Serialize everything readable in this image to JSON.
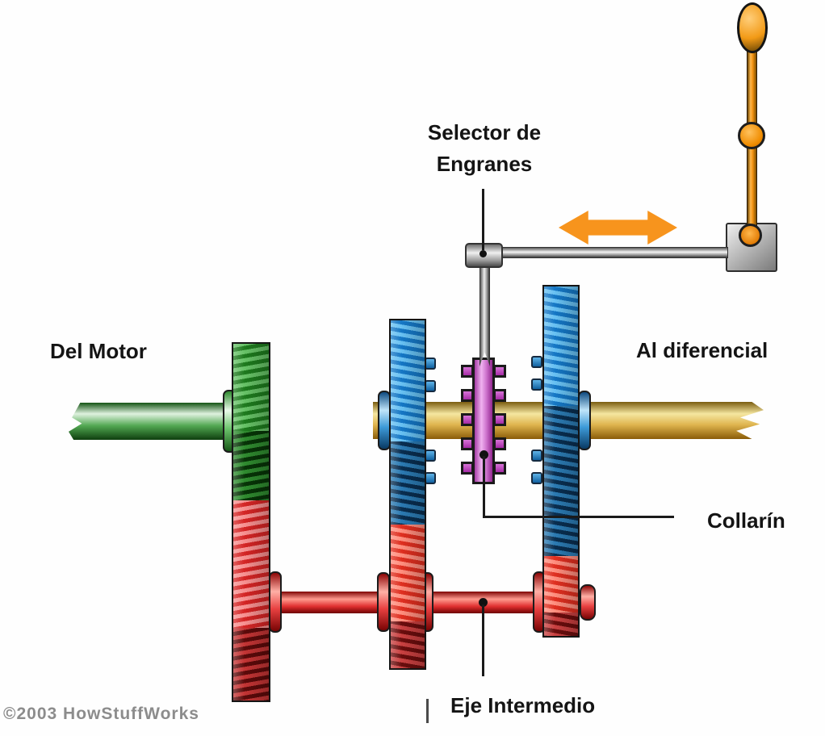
{
  "diagram": {
    "title_context": "manual transmission diagram",
    "labels": {
      "gear_selector": "Selector de Engranes",
      "from_engine": "Del Motor",
      "to_differential": "Al diferencial",
      "collar": "Collarín",
      "countershaft": "Eje Intermedio"
    },
    "copyright": "©2003 HowStuffWorks",
    "colors": {
      "input_shaft_green": "#2e8b2e",
      "output_shaft_gold": "#dfb44e",
      "countershaft_red": "#e03030",
      "gear_blue": "#1577c5",
      "collar_purple": "#c75fc7",
      "arrow_orange": "#f7941d",
      "linkage_gray": "#aaaaaa",
      "text_black": "#141414",
      "copyright_gray": "#8c8c8c"
    }
  }
}
